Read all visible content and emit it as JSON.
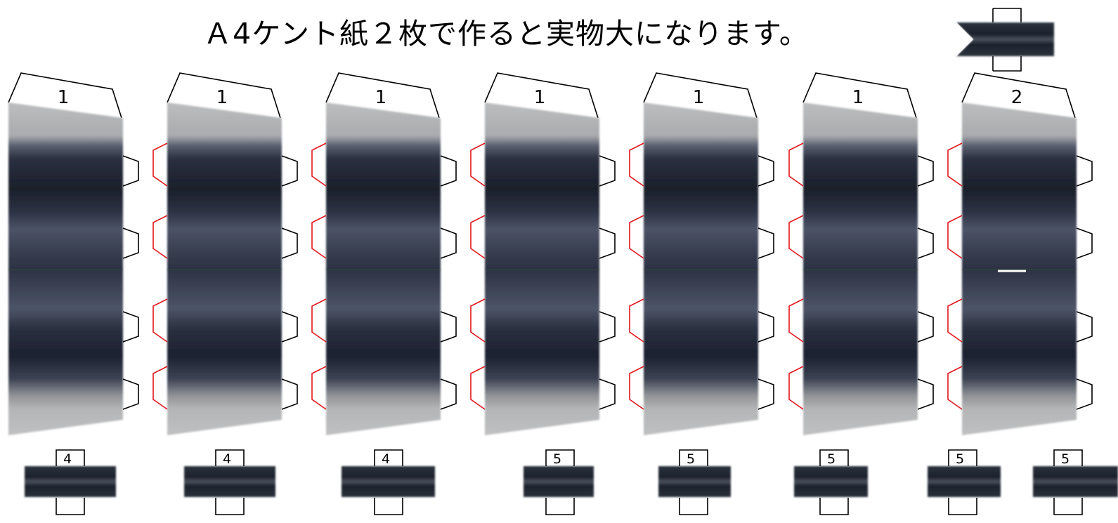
{
  "title": "Ａ4ケント紙２枚で作ると実物大になります。",
  "colors": {
    "tab_black": "#000000",
    "tab_red": "#e0161b",
    "paper_light": "#b7b8b9",
    "paper_dark": "#1a1f2a",
    "paper_mid": "#4a5062"
  },
  "panels": [
    {
      "label": "1"
    },
    {
      "label": "1"
    },
    {
      "label": "1"
    },
    {
      "label": "1"
    },
    {
      "label": "1"
    },
    {
      "label": "1"
    },
    {
      "label": "2"
    }
  ],
  "small_pieces": [
    {
      "label": "4"
    },
    {
      "label": "4"
    },
    {
      "label": "4"
    },
    {
      "label": "5"
    },
    {
      "label": "5"
    },
    {
      "label": "5"
    },
    {
      "label": "5"
    },
    {
      "label": "5"
    }
  ],
  "top_piece_icon": "folded-band-piece"
}
